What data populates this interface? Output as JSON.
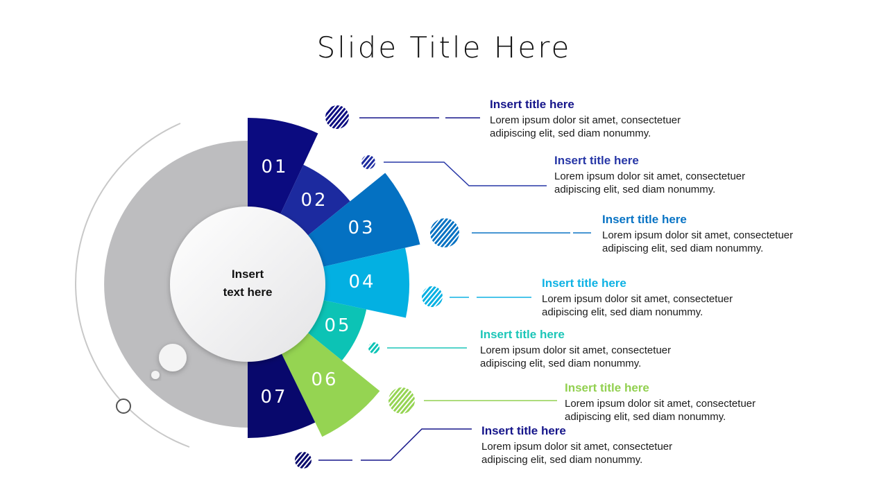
{
  "slide_title": "Slide Title Here",
  "center_text": [
    "Insert",
    "text here"
  ],
  "segments": [
    {
      "number": "01",
      "color": "#0b0b80",
      "title": "Insert title here",
      "title_color": "#15158a",
      "body": "Lorem ipsum dolor sit amet, consectetuer adipiscing elit, sed diam nonummy."
    },
    {
      "number": "02",
      "color": "#1c2a9f",
      "title": "Insert title here",
      "title_color": "#2636a6",
      "body": "Lorem ipsum dolor sit amet, consectetuer adipiscing elit, sed diam nonummy."
    },
    {
      "number": "03",
      "color": "#0471c2",
      "title": "Insert title here",
      "title_color": "#0873c4",
      "body": "Lorem ipsum dolor sit amet, consectetuer adipiscing elit, sed diam nonummy."
    },
    {
      "number": "04",
      "color": "#03b0e2",
      "title": "Insert title here",
      "title_color": "#0eb2e4",
      "body": "Lorem ipsum dolor sit amet, consectetuer adipiscing elit, sed diam nonummy."
    },
    {
      "number": "05",
      "color": "#0cc3b5",
      "title": "Insert title here",
      "title_color": "#1cc6b8",
      "body": "Lorem ipsum dolor sit amet, consectetuer adipiscing elit, sed diam nonummy."
    },
    {
      "number": "06",
      "color": "#95d452",
      "title": "Insert title here",
      "title_color": "#92d050",
      "body": "Lorem ipsum dolor sit amet, consectetuer adipiscing elit, sed diam nonummy."
    },
    {
      "number": "07",
      "color": "#08086c",
      "title": "Insert title here",
      "title_color": "#15158a",
      "body": "Lorem ipsum dolor sit amet, consectetuer adipiscing elit, sed diam nonummy."
    }
  ]
}
